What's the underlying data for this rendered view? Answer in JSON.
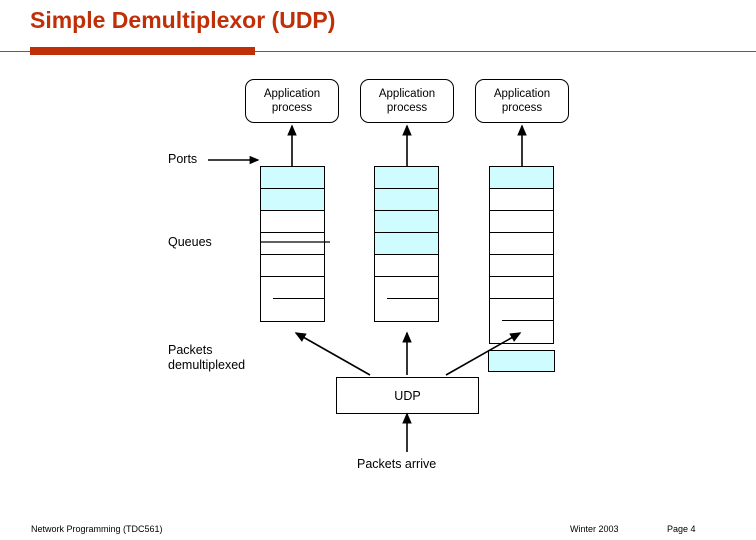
{
  "slide": {
    "title": "Simple Demultiplexor (UDP)",
    "accent_color": "#C03008",
    "rule_color": "#9C4A24",
    "packet_fill_color": "#CFFCFF"
  },
  "diagram": {
    "app_processes": [
      {
        "line1": "Application",
        "line2": "process"
      },
      {
        "line1": "Application",
        "line2": "process"
      },
      {
        "line1": "Application",
        "line2": "process"
      }
    ],
    "queues": [
      {
        "total_cells": 7,
        "filled_cells": 2
      },
      {
        "total_cells": 7,
        "filled_cells": 4
      },
      {
        "total_cells": 8,
        "filled_cells": 1
      }
    ],
    "udp_label": "UDP",
    "labels": {
      "ports": "Ports",
      "queues": "Queues",
      "packets_demultiplexed": "Packets\ndemultiplexed",
      "packets_arrive": "Packets arrive"
    }
  },
  "footer": {
    "course": "Network Programming (TDC561)",
    "term": "Winter  2003",
    "page": "Page 4"
  }
}
